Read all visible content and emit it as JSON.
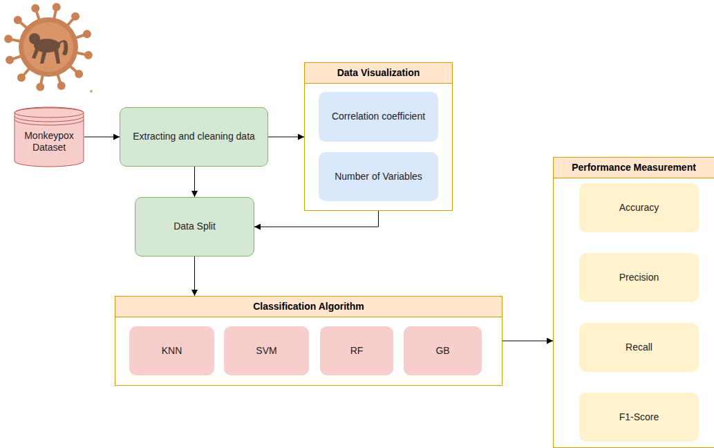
{
  "diagram": {
    "nodes": [
      {
        "text": [
          "Monkeypox Dataset"
        ]
      },
      {
        "text": [
          "Extracting and cleaning data"
        ]
      },
      {
        "text": [
          "Data Visualization"
        ]
      },
      {
        "text": [
          "Correlation coefficient"
        ],
        "in": 2
      },
      {
        "text": [
          "Number of Variables"
        ],
        "in": 2
      },
      {
        "text": [
          "Data Split"
        ]
      },
      {
        "text": [
          "Classification Algorithm"
        ]
      },
      {
        "text": [
          "KNN"
        ],
        "in": 6
      },
      {
        "text": [
          "SVM"
        ],
        "in": 6
      },
      {
        "text": [
          "RF"
        ],
        "in": 6
      },
      {
        "text": [
          "GB"
        ],
        "in": 6
      },
      {
        "text": [
          "Performance Measurement"
        ]
      },
      {
        "text": [
          "Accuracy"
        ],
        "in": 11
      },
      {
        "text": [
          "Precision"
        ],
        "in": 11
      },
      {
        "text": [
          "Recall"
        ],
        "in": 11
      },
      {
        "text": [
          "F1-Score"
        ],
        "in": 11
      }
    ],
    "edges": [
      {
        "from": 0,
        "to": 1,
        "arrow": "to"
      },
      {
        "from": 1,
        "to": 2,
        "arrow": "to"
      },
      {
        "from": 1,
        "to": 5,
        "arrow": "to"
      },
      {
        "from": 2,
        "to": 5,
        "arrow": "to"
      },
      {
        "from": 5,
        "to": 6,
        "arrow": "to"
      },
      {
        "from": 6,
        "to": 11,
        "arrow": "to"
      },
      {
        "from": 12,
        "to": 13,
        "arrow": "to"
      },
      {
        "from": 13,
        "to": 14,
        "arrow": "to"
      },
      {
        "from": 14,
        "to": 15,
        "arrow": "to"
      }
    ]
  }
}
